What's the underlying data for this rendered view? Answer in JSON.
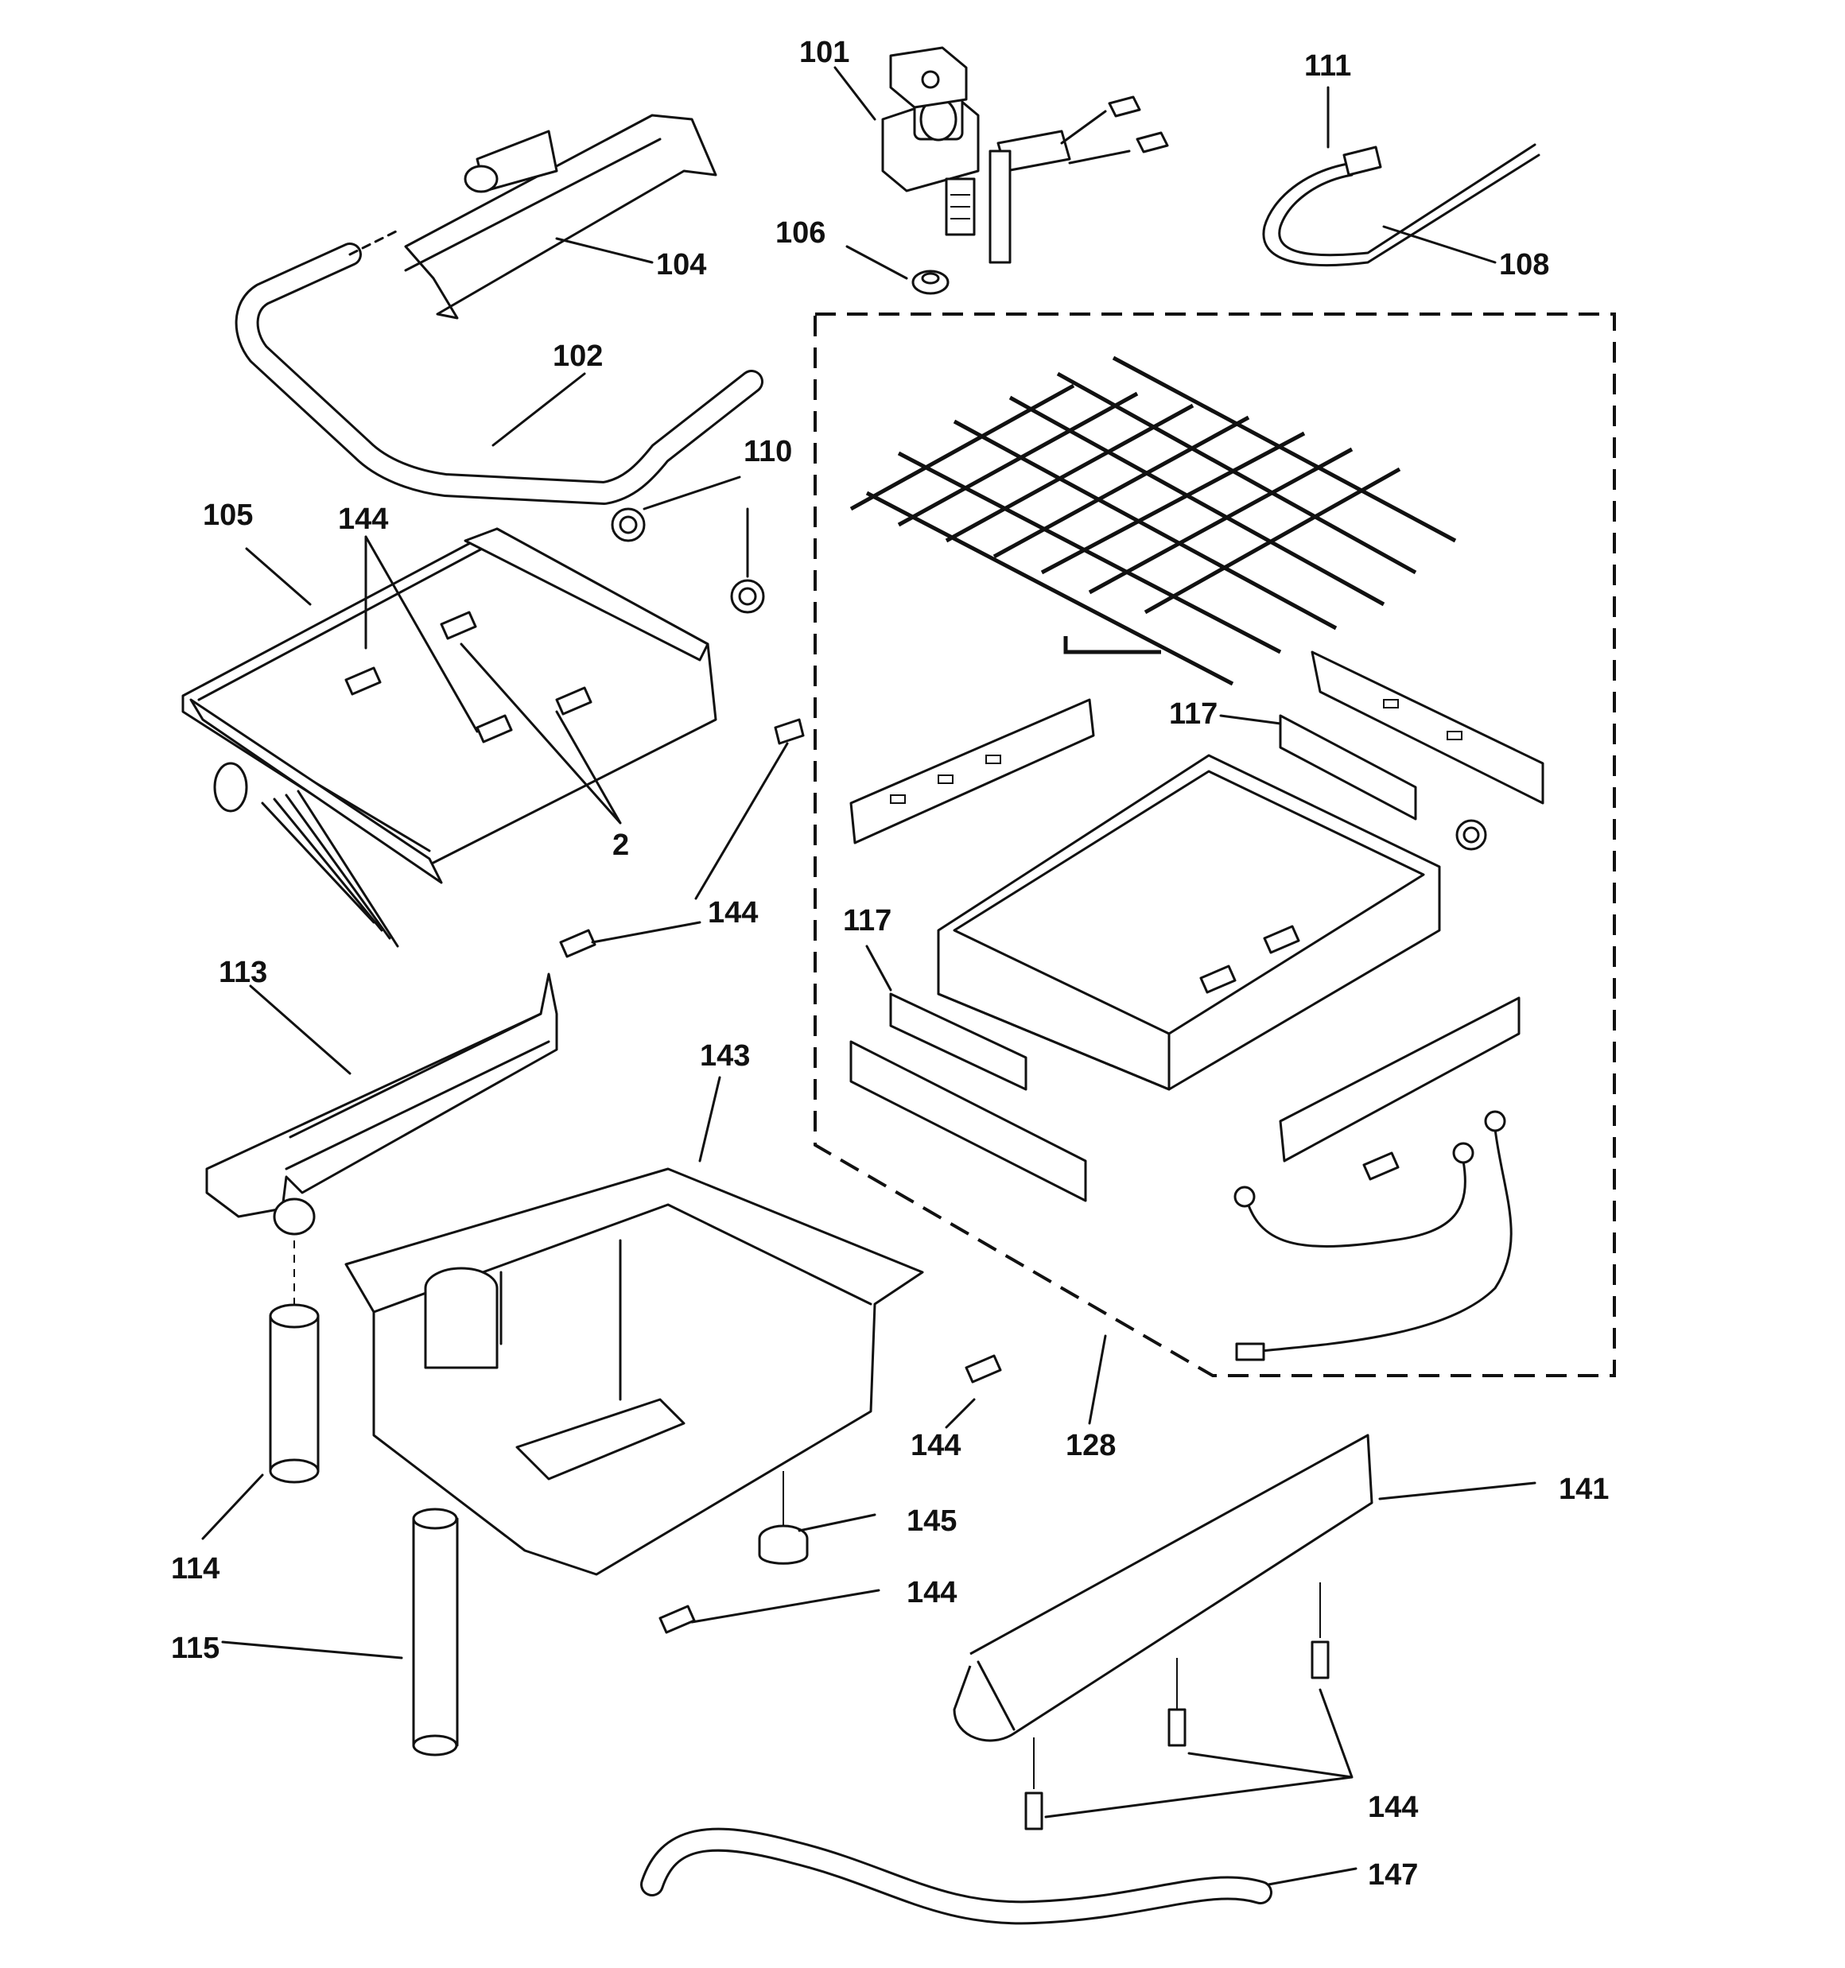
{
  "diagram": {
    "callouts": {
      "c101": "101",
      "c111": "111",
      "c106": "106",
      "c104": "104",
      "c108": "108",
      "c102": "102",
      "c110": "110",
      "c105": "105",
      "c144a": "144",
      "c2": "2",
      "c144b": "144",
      "c117a": "117",
      "c117b": "117",
      "c113": "113",
      "c143": "143",
      "c144c": "144",
      "c128": "128",
      "c141": "141",
      "c145": "145",
      "c114": "114",
      "c144d": "144",
      "c115": "115",
      "c144e": "144",
      "c147": "147"
    }
  }
}
